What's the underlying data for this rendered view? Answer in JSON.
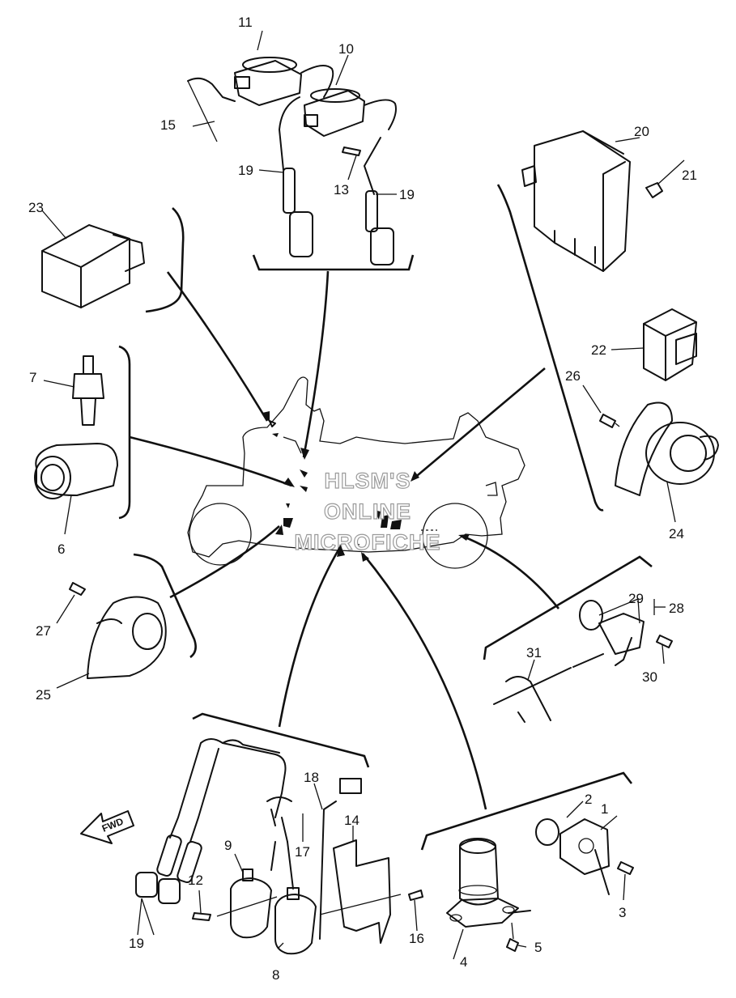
{
  "watermark": {
    "line1": "HLSM'S",
    "line2": "ONLINE",
    "line3": "MICROFICHE"
  },
  "fwd_label": "FWD",
  "callouts": {
    "c1": "1",
    "c2": "2",
    "c3": "3",
    "c4": "4",
    "c5": "5",
    "c6": "6",
    "c7": "7",
    "c8": "8",
    "c9": "9",
    "c10": "10",
    "c11": "11",
    "c12": "12",
    "c13": "13",
    "c14": "14",
    "c15": "15",
    "c16": "16",
    "c17": "17",
    "c18": "18",
    "c19a": "19",
    "c19b": "19",
    "c19c": "19",
    "c20": "20",
    "c21": "21",
    "c22": "22",
    "c23": "23",
    "c24": "24",
    "c25": "25",
    "c26": "26",
    "c27": "27",
    "c28": "28",
    "c29": "29",
    "c30": "30",
    "c31": "31"
  }
}
